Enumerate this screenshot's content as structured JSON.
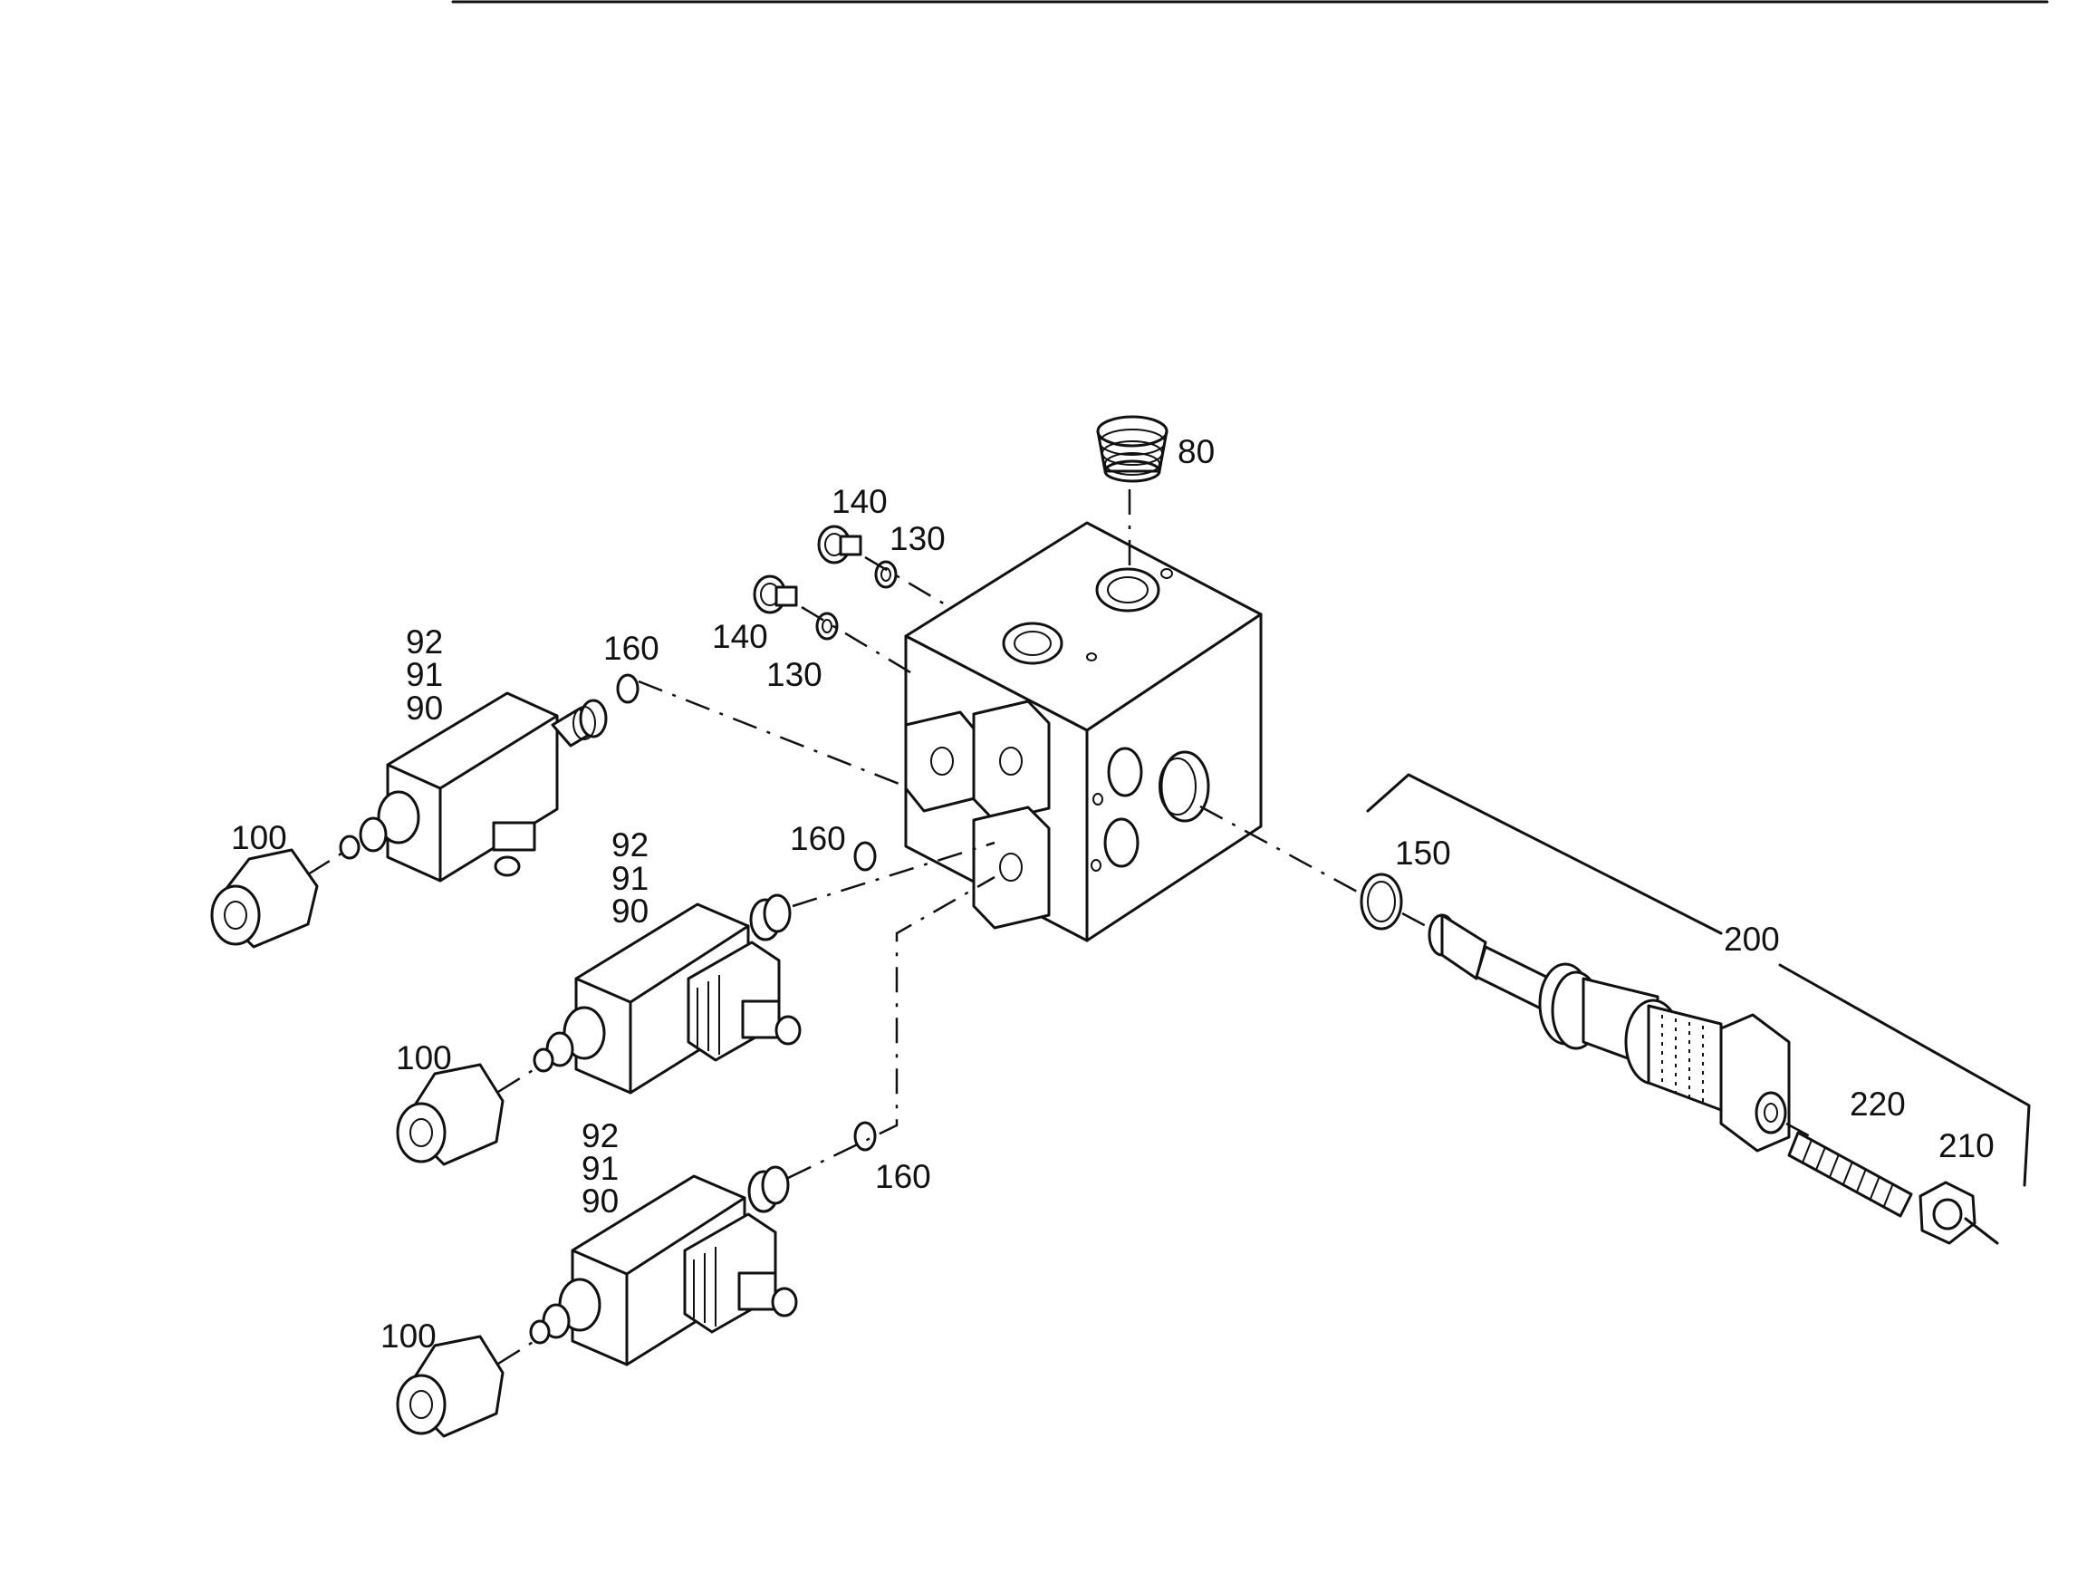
{
  "callouts": {
    "c80": "80",
    "c140a": "140",
    "c130a": "130",
    "c140b": "140",
    "c130b": "130",
    "c160a": "160",
    "c160b": "160",
    "c160c": "160",
    "c150": "150",
    "c200": "200",
    "c220": "220",
    "c210": "210",
    "v1_92": "92",
    "v1_91": "91",
    "v1_90": "90",
    "v2_92": "92",
    "v2_91": "91",
    "v2_90": "90",
    "v3_92": "92",
    "v3_91": "91",
    "v3_90": "90",
    "cap1": "100",
    "cap2": "100",
    "cap3": "100"
  }
}
